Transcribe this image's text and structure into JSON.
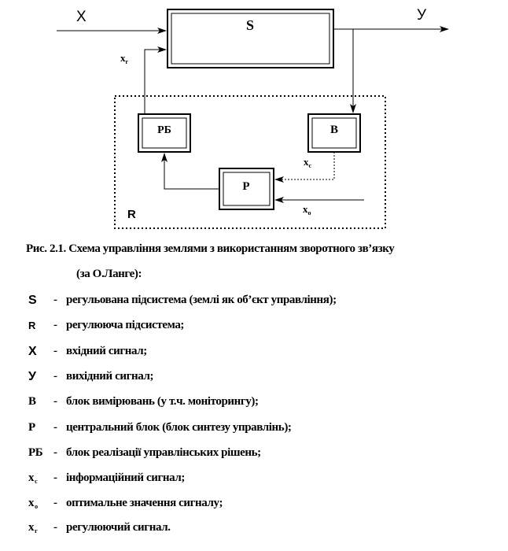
{
  "diagram": {
    "blocks": {
      "s": "S",
      "rb": "РБ",
      "b": "В",
      "p": "Р"
    },
    "region_label": "R",
    "signals": {
      "x": "Х",
      "y": "У",
      "xr": "х",
      "xr_sub": "г",
      "xc": "х",
      "xc_sub": "с",
      "xo": "х",
      "xo_sub": "о"
    }
  },
  "caption": {
    "line1": "Рис. 2.1. Схема управління землями з використанням зворотного зв’язку",
    "line2": "(за О.Ланге):"
  },
  "legend": [
    {
      "symbol": "S",
      "sub": "",
      "dash": "-",
      "text": "регульована підсистема (землі як об’єкт управління);"
    },
    {
      "symbol": "R",
      "sub": "",
      "dash": "-",
      "text": "регулююча підсистема;"
    },
    {
      "symbol": "Х",
      "sub": "",
      "dash": "-",
      "text": "вхідний сигнал;"
    },
    {
      "symbol": "У",
      "sub": "",
      "dash": "-",
      "text": "вихідний сигнал;"
    },
    {
      "symbol": "В",
      "sub": "",
      "dash": "-",
      "text": "блок вимірювань (у т.ч. моніторингу);"
    },
    {
      "symbol": "Р",
      "sub": "",
      "dash": "-",
      "text": "центральний блок (блок синтезу управлінь);"
    },
    {
      "symbol": "РБ",
      "sub": "",
      "dash": "-",
      "text": "блок реалізації управлінських рішень;"
    },
    {
      "symbol": "х",
      "sub": "с",
      "dash": "-",
      "text": "інформаційний сигнал;"
    },
    {
      "symbol": "х",
      "sub": "о",
      "dash": "-",
      "text": "оптимальне значення сигналу;"
    },
    {
      "symbol": "х",
      "sub": "г",
      "dash": "-",
      "text": "регулюючий сигнал."
    }
  ]
}
